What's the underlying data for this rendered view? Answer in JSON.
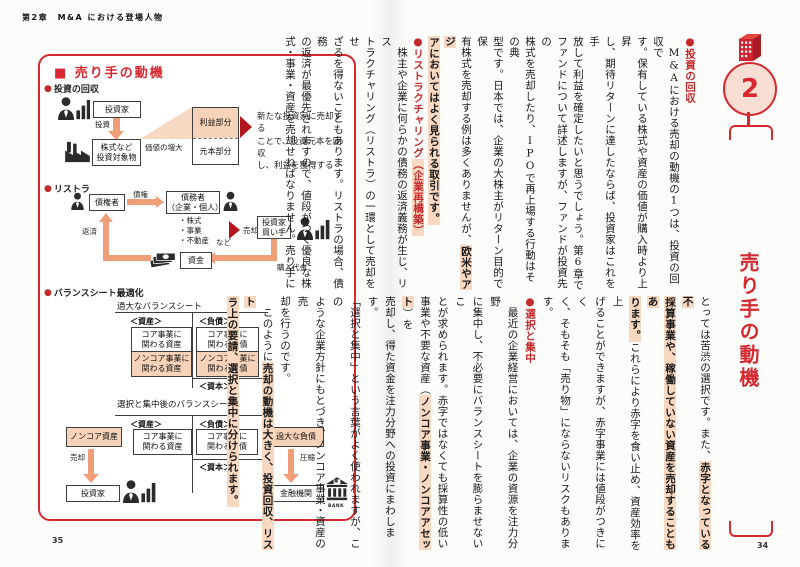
{
  "page": {
    "left_header": "第2章　M&A における登場人物",
    "left_no": "35",
    "right_no": "34",
    "badge": "2",
    "side_title": "売り手の動機",
    "bullet": "●"
  },
  "diagram": {
    "title": "■ 売り手の動機",
    "s1": {
      "label": "投資の回収",
      "investor": "投資家",
      "invest": "投資",
      "asset": "株式など\n投資対象物",
      "growth": "価値の増大",
      "profit": "利益部分",
      "principal": "元本部分",
      "note": "新たな投資家に売却する\nことで、投資元本を回収\nし、利益を獲得する"
    },
    "s2": {
      "label": "リストラ",
      "creditor": "債権者",
      "claim": "債権",
      "debtor": "債務者\n（企業・個人）",
      "items": "・株式\n・事業\n・不動産",
      "etc": "など",
      "sell": "売却",
      "buyer": "投資家\n買い手",
      "funds": "資金",
      "purchase": "購入代金",
      "repay": "返済"
    },
    "s3": {
      "label": "バランスシート最適化",
      "bs1": "過大なバランスシート",
      "bs2": "選択と集中後のバランスシート",
      "assets": "＜資産＞",
      "liab": "＜負債＞",
      "capital": "＜資本＞",
      "core_a": "コア事業に\n関わる資産",
      "noncore_a": "ノンコア事業に\n関わる資産",
      "core_l": "コア事業に\n関わる負債",
      "noncore_l": "ノンコア事業に\n関わる負債",
      "noncore_asset": "ノンコア資産",
      "sell": "売却",
      "investor": "投資家",
      "excess": "過大な負債",
      "compress": "圧縮",
      "bank": "金融機関",
      "bank_caption": "BANK",
      "yen": "¥"
    }
  },
  "article": {
    "top_lines": [
      [
        [
          "●投資の回収",
          "hd"
        ]
      ],
      [
        [
          "　M&Aにおける売却の動機の1つは、投資の回収で",
          "n"
        ]
      ],
      [
        [
          "す。保有している株式や資産の価値が購入時より上昇",
          "n"
        ]
      ],
      [
        [
          "し、期待リターンに達したならば、投資家はこれを手",
          "n"
        ]
      ],
      [
        [
          "放して利益を確定したいと思うでしょう。第6章で",
          "n"
        ]
      ],
      [
        [
          "ファンドについて詳述しますが、ファンドが投資先の",
          "n"
        ]
      ],
      [
        [
          "株式を売却したり、IPOで再上場する行動はその典",
          "n"
        ]
      ],
      [
        [
          "型です。日本では、企業の大株主がリターン目的で保",
          "n"
        ]
      ],
      [
        [
          "有株式を売却する例は多くありませんが、",
          "n"
        ],
        [
          "欧米やアジ",
          "hl"
        ]
      ],
      [
        [
          "アにおいてはよく見られる取引です。",
          "hl"
        ]
      ],
      [
        [
          "●リストラクチャリング",
          "hd"
        ],
        [
          "（企業再構築）",
          "hdhl"
        ]
      ],
      [
        [
          "　株主や企業に何らかの債務の返済義務が生じ、リス",
          "n"
        ]
      ],
      [
        [
          "トラクチャリング（リストラ）の一環として売却をせ",
          "n"
        ]
      ],
      [
        [
          "ざるを得ないこともあります。リストラの場合、債務",
          "n"
        ]
      ],
      [
        [
          "の返済が最優先されますので、値段がつく優良な株",
          "n"
        ]
      ],
      [
        [
          "式・事業・資産を売却せねばなりません。売り手に",
          "n"
        ]
      ]
    ],
    "bottom_lines": [
      [
        [
          "とっては苦渋の選択です。また、",
          "n"
        ],
        [
          "赤字となっている不",
          "hl"
        ]
      ],
      [
        [
          "採算事業や、稼働していない資産を売却することもあ",
          "hl"
        ]
      ],
      [
        [
          "ります。",
          "hl"
        ],
        [
          "これらにより赤字を食い止め、資産効率を上",
          "n"
        ]
      ],
      [
        [
          "げることができますが、赤字事業には値段がつきにく",
          "n"
        ]
      ],
      [
        [
          "く、そもそも「売り物」にならないリスクもあります。",
          "n"
        ]
      ],
      [
        [
          "●選択と集中",
          "hd"
        ]
      ],
      [
        [
          "　最近の企業経営においては、企業の資源を注力分野",
          "n"
        ]
      ],
      [
        [
          "に集中し、不必要にバランスシートを膨らませないこ",
          "n"
        ]
      ],
      [
        [
          "とが求められます。赤字ではなくても採算性の低い",
          "n"
        ]
      ],
      [
        [
          "事業や不要な資産（",
          "n"
        ],
        [
          "ノンコア事業・ノンコアアセット",
          "hl"
        ],
        [
          "）を",
          "n"
        ]
      ],
      [
        [
          "売却し、得た資金を注力分野への投資にまわします。",
          "n"
        ]
      ],
      [
        [
          "「選択と集中」という言葉がよく使われますが、この",
          "n"
        ]
      ],
      [
        [
          "ような企業方針にもとづき、ノンコア事業・資産の売",
          "n"
        ]
      ],
      [
        [
          "却を行うのです。",
          "n"
        ]
      ],
      [
        [
          "　このように",
          "n"
        ],
        [
          "売却の動機は大きく、投資回収、リスト",
          "hl"
        ]
      ],
      [
        [
          "ラ上の要請、選択と集中に分けられます。",
          "hl"
        ]
      ]
    ]
  }
}
